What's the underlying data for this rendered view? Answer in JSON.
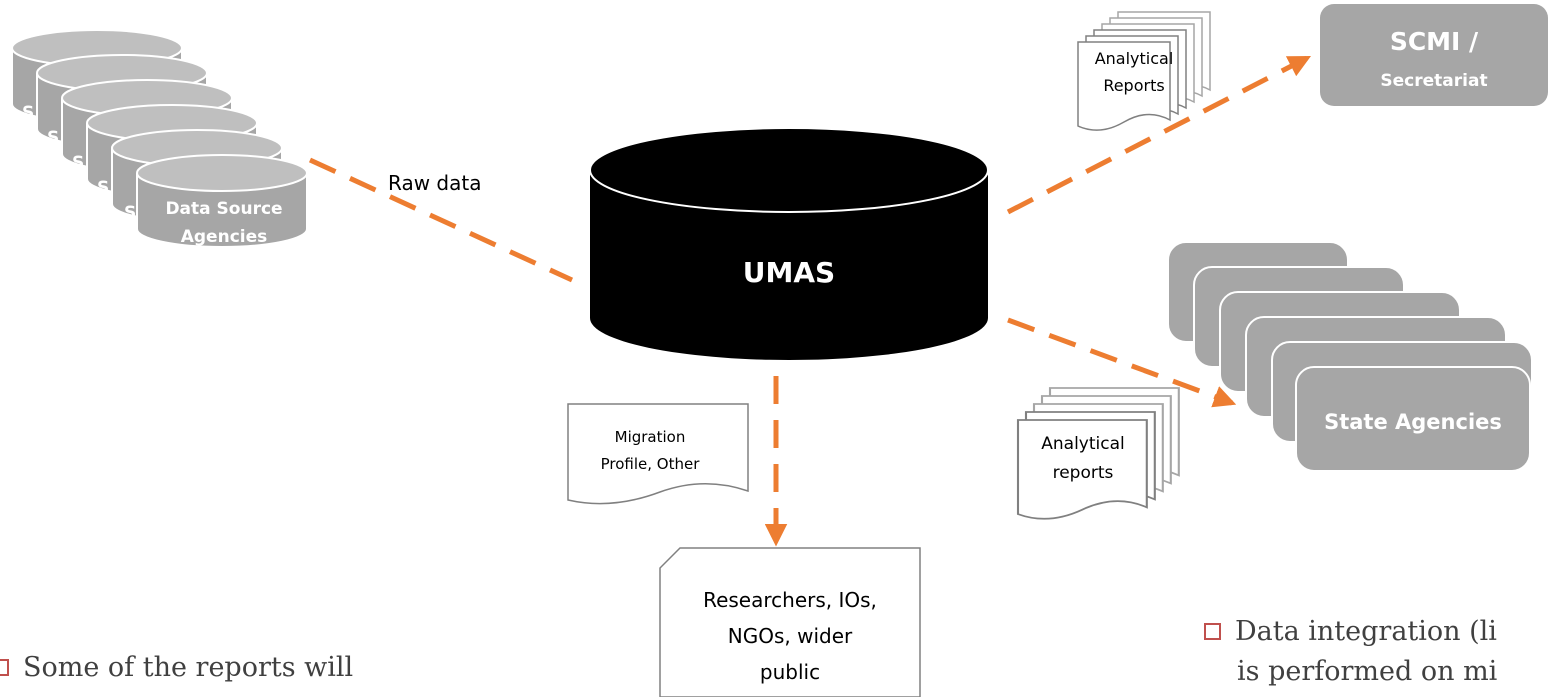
{
  "source_db": {
    "partial_label": "S",
    "label_line1": "Data Source",
    "label_line2": "Agencies"
  },
  "flow_raw": "Raw data",
  "center": {
    "label": "UMAS"
  },
  "report_top": {
    "line1": "Analytical",
    "line2": "Reports"
  },
  "scmi": {
    "line1": "SCMI /",
    "line2": "Secretariat"
  },
  "report_mid": {
    "line1": "Analytical",
    "line2": "reports"
  },
  "state": {
    "label": "State Agencies"
  },
  "report_bottom": {
    "line1": "Migration",
    "line2": "Profile, Other"
  },
  "public": {
    "line1": "Researchers, IOs,",
    "line2": "NGOs, wider",
    "line3": "public"
  },
  "bullets": {
    "left": "Some of the reports will",
    "right_line1": "Data integration (li",
    "right_line2": "is performed on mi"
  },
  "colors": {
    "arrow": "#ed7d31",
    "gray": "#a6a6a6",
    "umas": "#000000",
    "bullet": "#c0504d"
  }
}
